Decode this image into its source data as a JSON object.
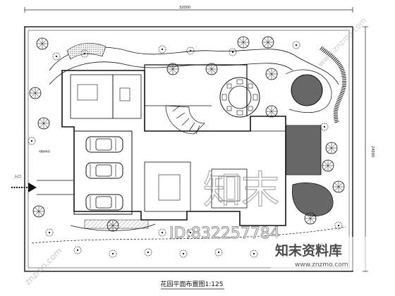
{
  "drawing": {
    "title": "花园平面布置图1:125",
    "dim_top": "32000",
    "dim_right": "24000",
    "note_left": "入口",
    "note_small": "5厘米砾石"
  },
  "watermark": {
    "logo_text": "知末",
    "id_text": "ID:832257784",
    "site_cn": "知末资料库",
    "site_url": "www.znzmo.com",
    "diag_text": "znzmo.com"
  }
}
